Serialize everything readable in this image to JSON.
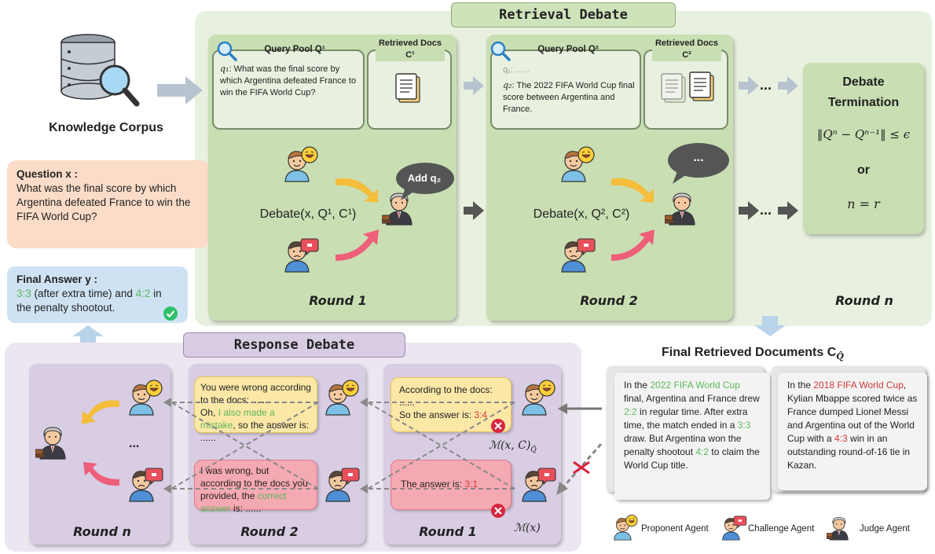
{
  "retrieval": {
    "title": "Retrieval Debate",
    "corpus_label": "Knowledge Corpus",
    "round1": {
      "pool_title": "Query Pool Q¹",
      "docs_title": "Retrieved Docs C¹",
      "q_label": "q₁",
      "q_text": ": What was the final score by which Argentina defeated France to win the FIFA World Cup?",
      "debate_label": "Debate(x, Q¹, C¹)",
      "bubble": "Add q₂",
      "round": "Round 1"
    },
    "round2": {
      "pool_title": "Query Pool Q²",
      "docs_title": "Retrieved Docs C²",
      "q1_text": "q₁: ......",
      "q2_label": "q₂",
      "q2_text": ": The 2022 FIFA World Cup final score between Argentina and France.",
      "debate_label": "Debate(x, Q², C²)",
      "bubble": "...",
      "round": "Round 2"
    },
    "ellipsis": "...",
    "termination": {
      "title": "Debate Termination",
      "formula": "‖Qⁿ − Qⁿ⁻¹‖ ≤ ϵ",
      "or": "or",
      "formula2": "n = r"
    },
    "round_n": "Round n"
  },
  "question": {
    "label": "Question x :",
    "text": "What was the final score by which Argentina defeated France to win the FIFA World Cup?"
  },
  "answer": {
    "label": "Final Answer y :",
    "a1": "3:3",
    "t1": " (after extra time) and ",
    "a2": "4:2",
    "t2": " in the penalty shootout."
  },
  "final_docs": {
    "title": "Final Retrieved Documents C",
    "doc1": {
      "t0": "In the ",
      "hl": "2022 FIFA World Cup",
      "t1": " final, Argentina and France drew ",
      "s1": "2:2",
      "t2": " in regular time. After extra time, the match ended in a ",
      "s2": "3:3",
      "t3": " draw. But Argentina won the penalty shootout ",
      "s3": "4:2",
      "t4": " to claim the World Cup title."
    },
    "doc2": {
      "t0": "In the ",
      "hl": "2018 FIFA World Cup",
      "t1": ", Kylian Mbappe scored twice as France dumped Lionel Messi and Argentina out of the World Cup with a ",
      "s1": "4:3",
      "t2": " win in an outstanding round-of-16 tie in Kazan."
    }
  },
  "response": {
    "title": "Response Debate",
    "round1": {
      "yellow_1": "According to the docs: ......",
      "yellow_2": "So the answer is: ",
      "yellow_score": "3:4",
      "red_1": "The answer is: ",
      "red_score": "3:1",
      "m1": "ℳ(x, C)",
      "m2": "ℳ(x)",
      "round": "Round 1"
    },
    "round2": {
      "yellow_1": "You were wrong according to the docs: ......",
      "yellow_2": "Oh, ",
      "yellow_hl": "I also made a mistake",
      "yellow_3": ", so the answer is: ......",
      "red_1": "I was wrong, but according to the docs you provided, the ",
      "red_hl": "correct answer",
      "red_2": " is: ......",
      "round": "Round 2"
    },
    "round_n": {
      "dots": "...",
      "round": "Round n"
    }
  },
  "legend": {
    "proponent": "Proponent Agent",
    "challenge": "Challenge Agent",
    "judge": "Judge Agent"
  },
  "colors": {
    "green_panel": "#e8f1df",
    "green_card": "#c9dfb3",
    "purple_panel": "#ece6f1",
    "purple_card": "#d8cde3",
    "question_bg": "#fbdcc8",
    "answer_bg": "#cfe2f3",
    "highlight_green": "#5bb85b",
    "highlight_red": "#d23b3b"
  }
}
